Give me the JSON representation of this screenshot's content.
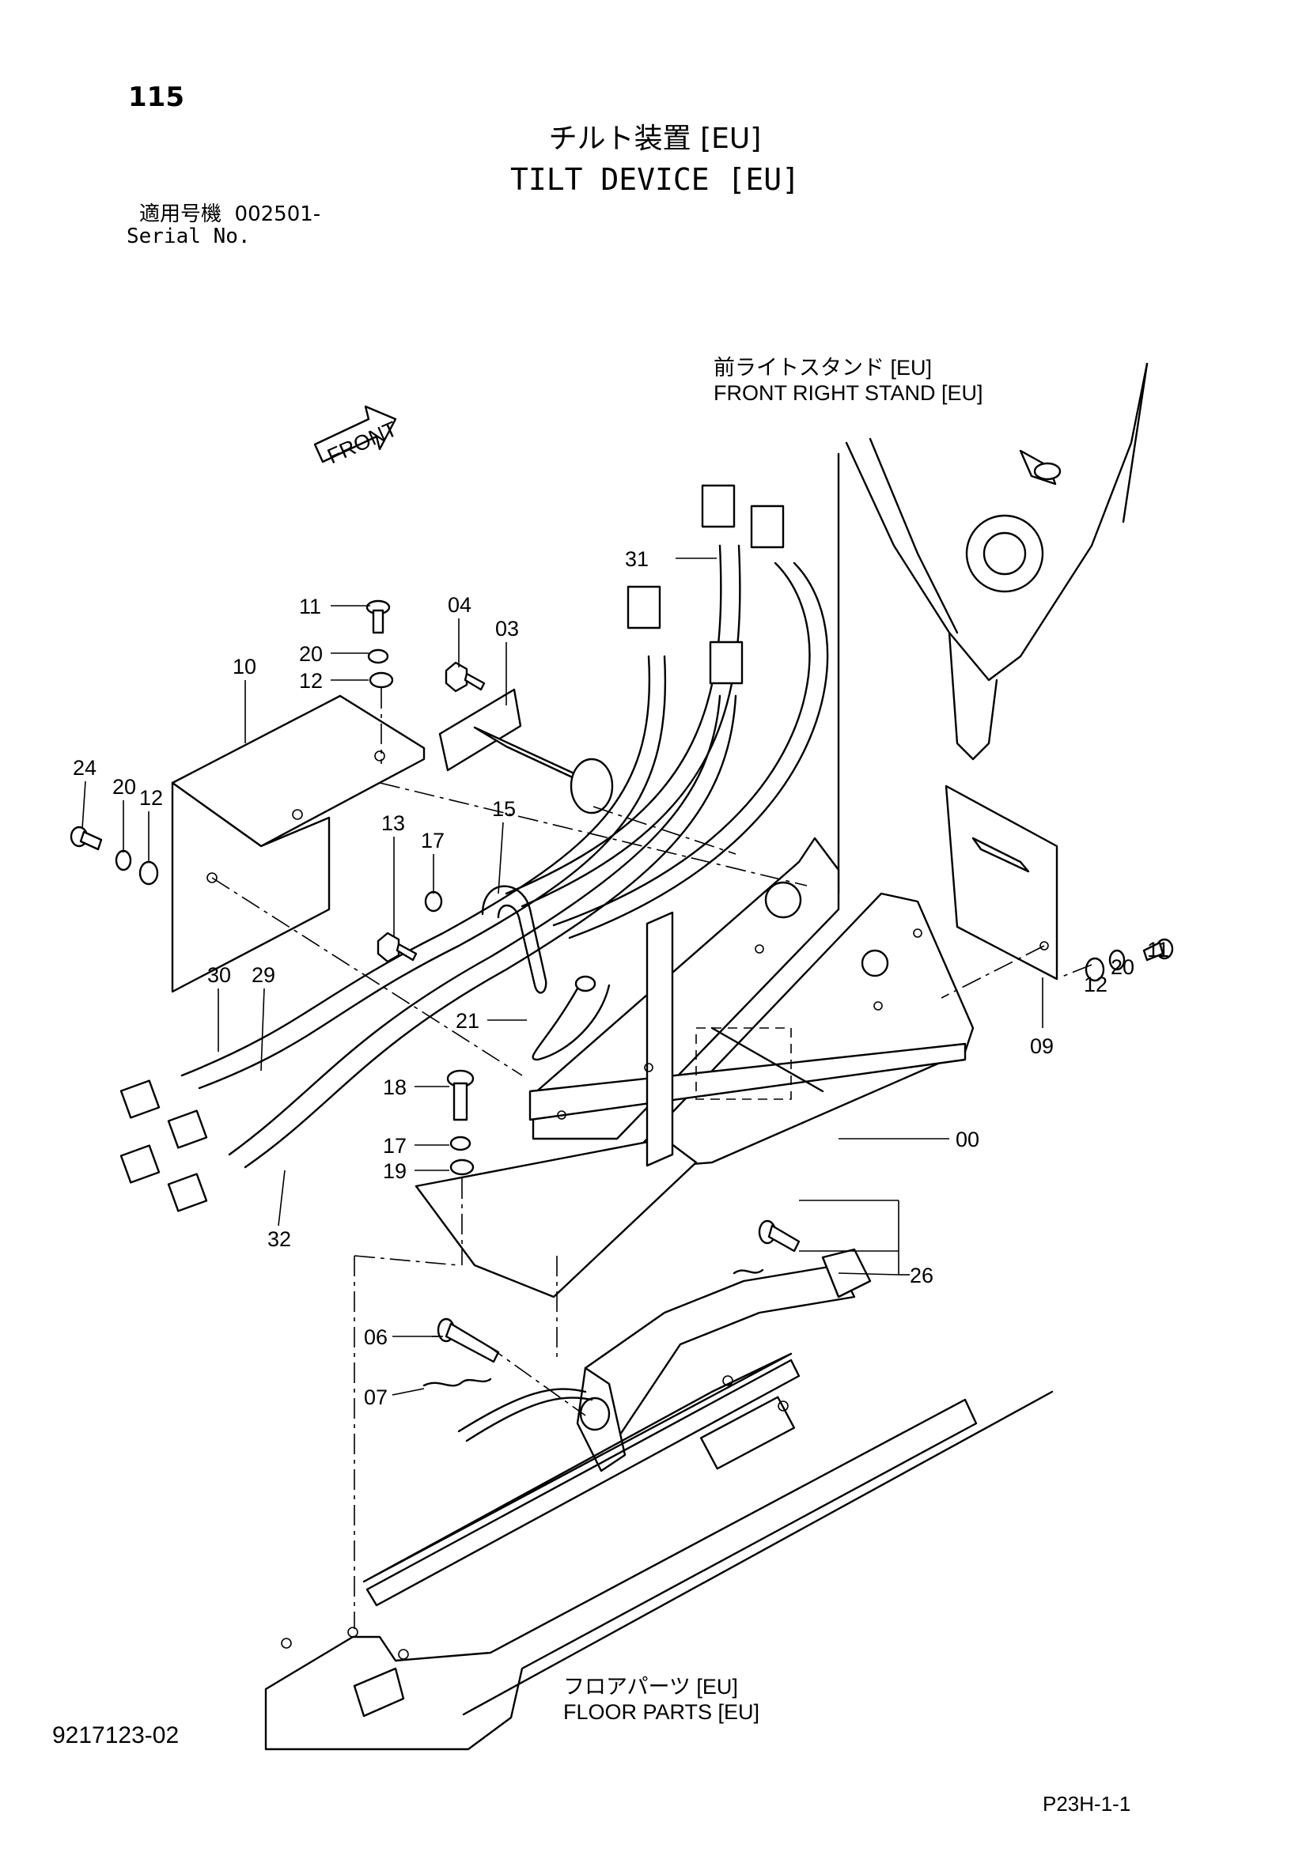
{
  "header": {
    "page_number": "115",
    "title_jp": "チルト装置 [EU]",
    "title_en": "TILT DEVICE [EU]",
    "serial_label_jp": "適用号機",
    "serial_range": "002501-",
    "serial_label_en": "Serial No."
  },
  "notes": {
    "front_right_stand_jp": "前ライトスタンド [EU]",
    "front_right_stand_en": "FRONT RIGHT STAND [EU]",
    "floor_parts_jp": "フロアパーツ [EU]",
    "floor_parts_en": "FLOOR PARTS [EU]",
    "front_arrow": "FRONT"
  },
  "part_labels": {
    "p00": "00",
    "p03": "03",
    "p04": "04",
    "p06": "06",
    "p07": "07",
    "p09": "09",
    "p10": "10",
    "p11a": "11",
    "p11b": "11",
    "p12a": "12",
    "p12b": "12",
    "p12c": "12",
    "p13": "13",
    "p15": "15",
    "p17a": "17",
    "p17b": "17",
    "p18": "18",
    "p19": "19",
    "p20a": "20",
    "p20b": "20",
    "p20c": "20",
    "p21": "21",
    "p24": "24",
    "p26": "26",
    "p29": "29",
    "p30": "30",
    "p31": "31",
    "p32": "32"
  },
  "footer": {
    "drawing_number": "9217123-02",
    "page_code": "P23H-1-1"
  }
}
